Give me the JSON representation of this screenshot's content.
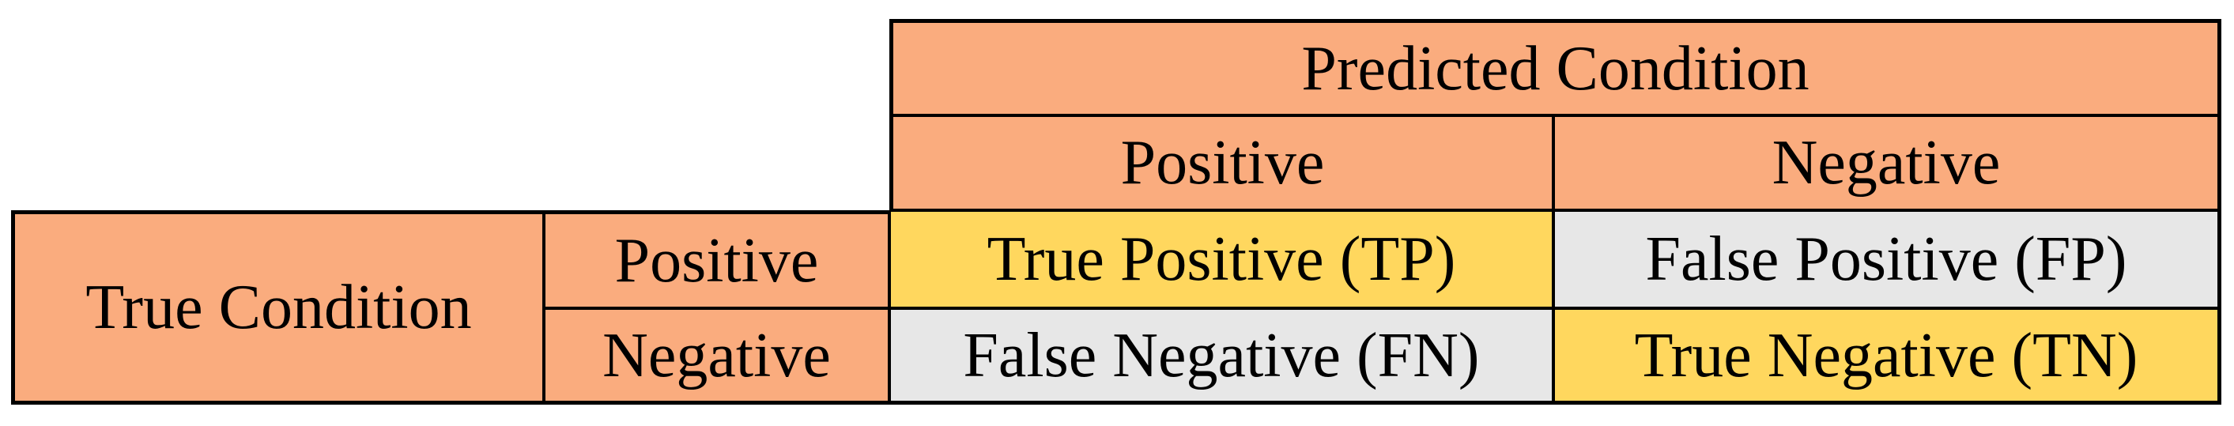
{
  "table": {
    "predicted_header": "Predicted Condition",
    "true_header": "True Condition",
    "predicted_columns": {
      "positive": "Positive",
      "negative": "Negative"
    },
    "true_rows": {
      "positive": "Positive",
      "negative": "Negative"
    },
    "cells": {
      "tp": {
        "label": "True Positive (TP)",
        "color": "#FFD75E"
      },
      "fp": {
        "label": "False Positive (FP)",
        "color": "#E7E7E7"
      },
      "fn": {
        "label": "False Negative (FN)",
        "color": "#E7E7E7"
      },
      "tn": {
        "label": "True Negative (TN)",
        "color": "#FFD75E"
      }
    }
  },
  "colors": {
    "header_orange": "#FAAC7E",
    "correct_yellow": "#FFD75E",
    "incorrect_gray": "#E7E7E7",
    "border_black": "#000000",
    "text_black": "#000000",
    "page_background": "#FFFFFF"
  }
}
